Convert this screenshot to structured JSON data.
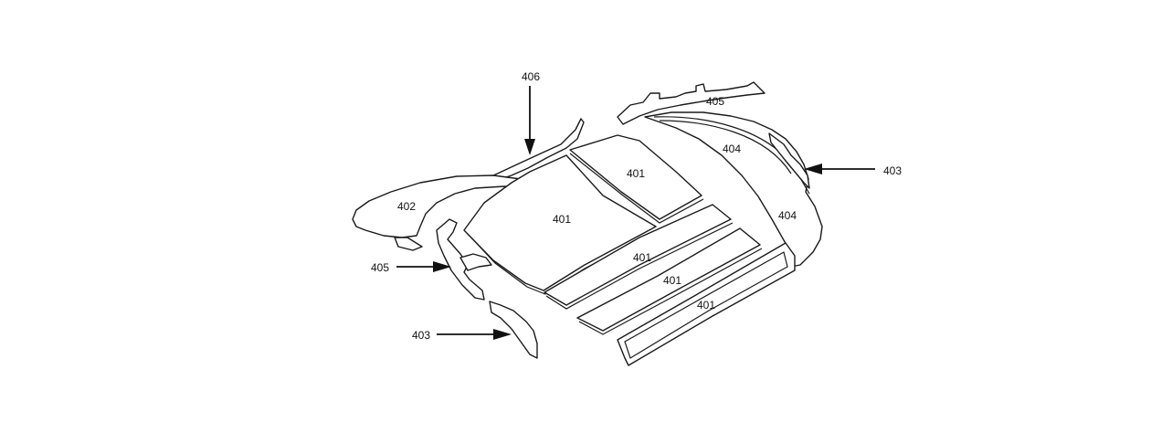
{
  "diagram": {
    "labels": {
      "part_401_a": "401",
      "part_401_b": "401",
      "part_401_c": "401",
      "part_401_d": "401",
      "part_401_e": "401",
      "part_402": "402",
      "part_403_left": "403",
      "part_403_right": "403",
      "part_404_upper": "404",
      "part_404_lower": "404",
      "part_405_left": "405",
      "part_405_top": "405",
      "part_406": "406"
    },
    "colors": {
      "line": "#1a1a1a",
      "background": "#ffffff"
    }
  }
}
